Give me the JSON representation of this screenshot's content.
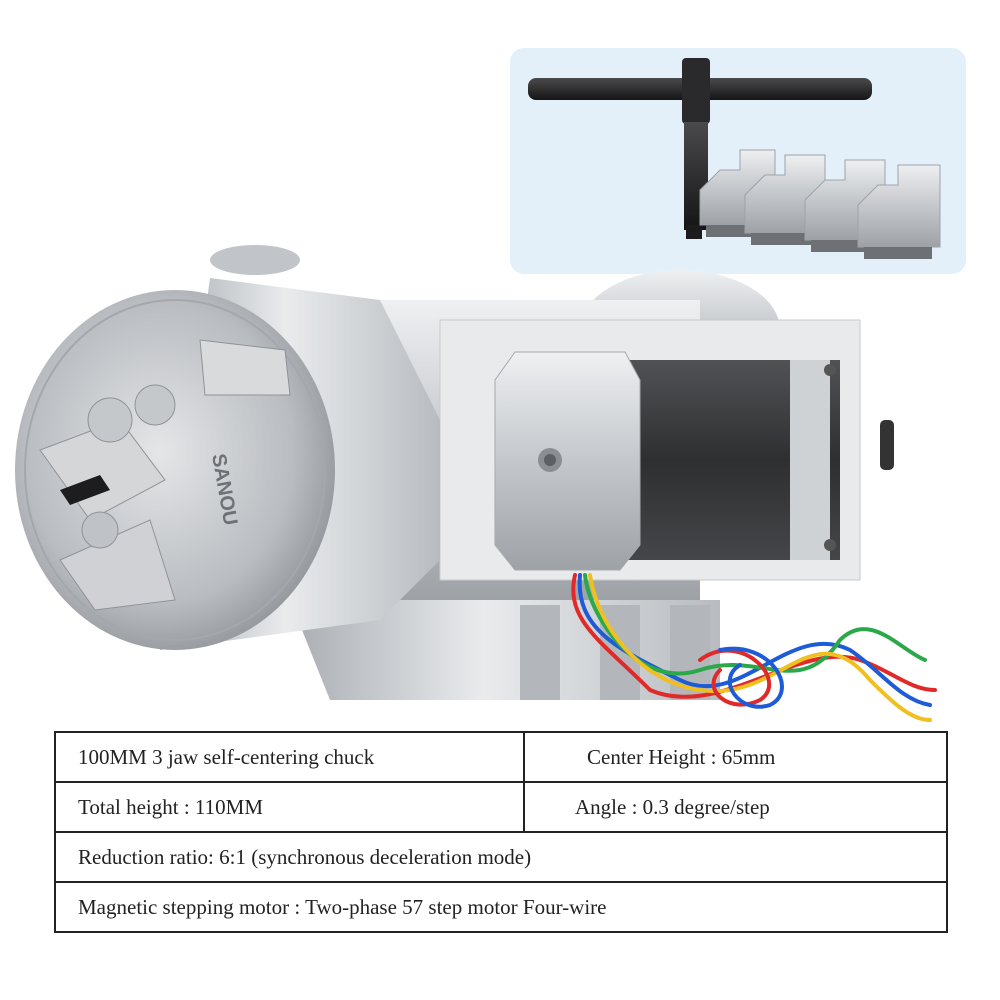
{
  "product": {
    "brand_engraving": "SANOU",
    "components": [
      "rotary-axis-body",
      "3-jaw-chuck",
      "stepper-motor",
      "motor-wires",
      "chuck-key",
      "spare-jaws"
    ]
  },
  "colors": {
    "inset_bg": "#e3f0fa",
    "metal": "#c9ccd0",
    "motor_body": "#3a3a3a",
    "wires": [
      "#e02a2a",
      "#1e5bd6",
      "#2aa84a",
      "#f0c020"
    ]
  },
  "specs": {
    "row1_left": "100MM 3 jaw self-centering chuck",
    "row1_right": "Center Height : 65mm",
    "row2_left": "Total height : 110MM",
    "row2_right": "Angle : 0.3 degree/step",
    "row3": "Reduction ratio: 6:1 (synchronous deceleration mode)",
    "row4": "Magnetic stepping motor : Two-phase 57 step motor Four-wire"
  }
}
